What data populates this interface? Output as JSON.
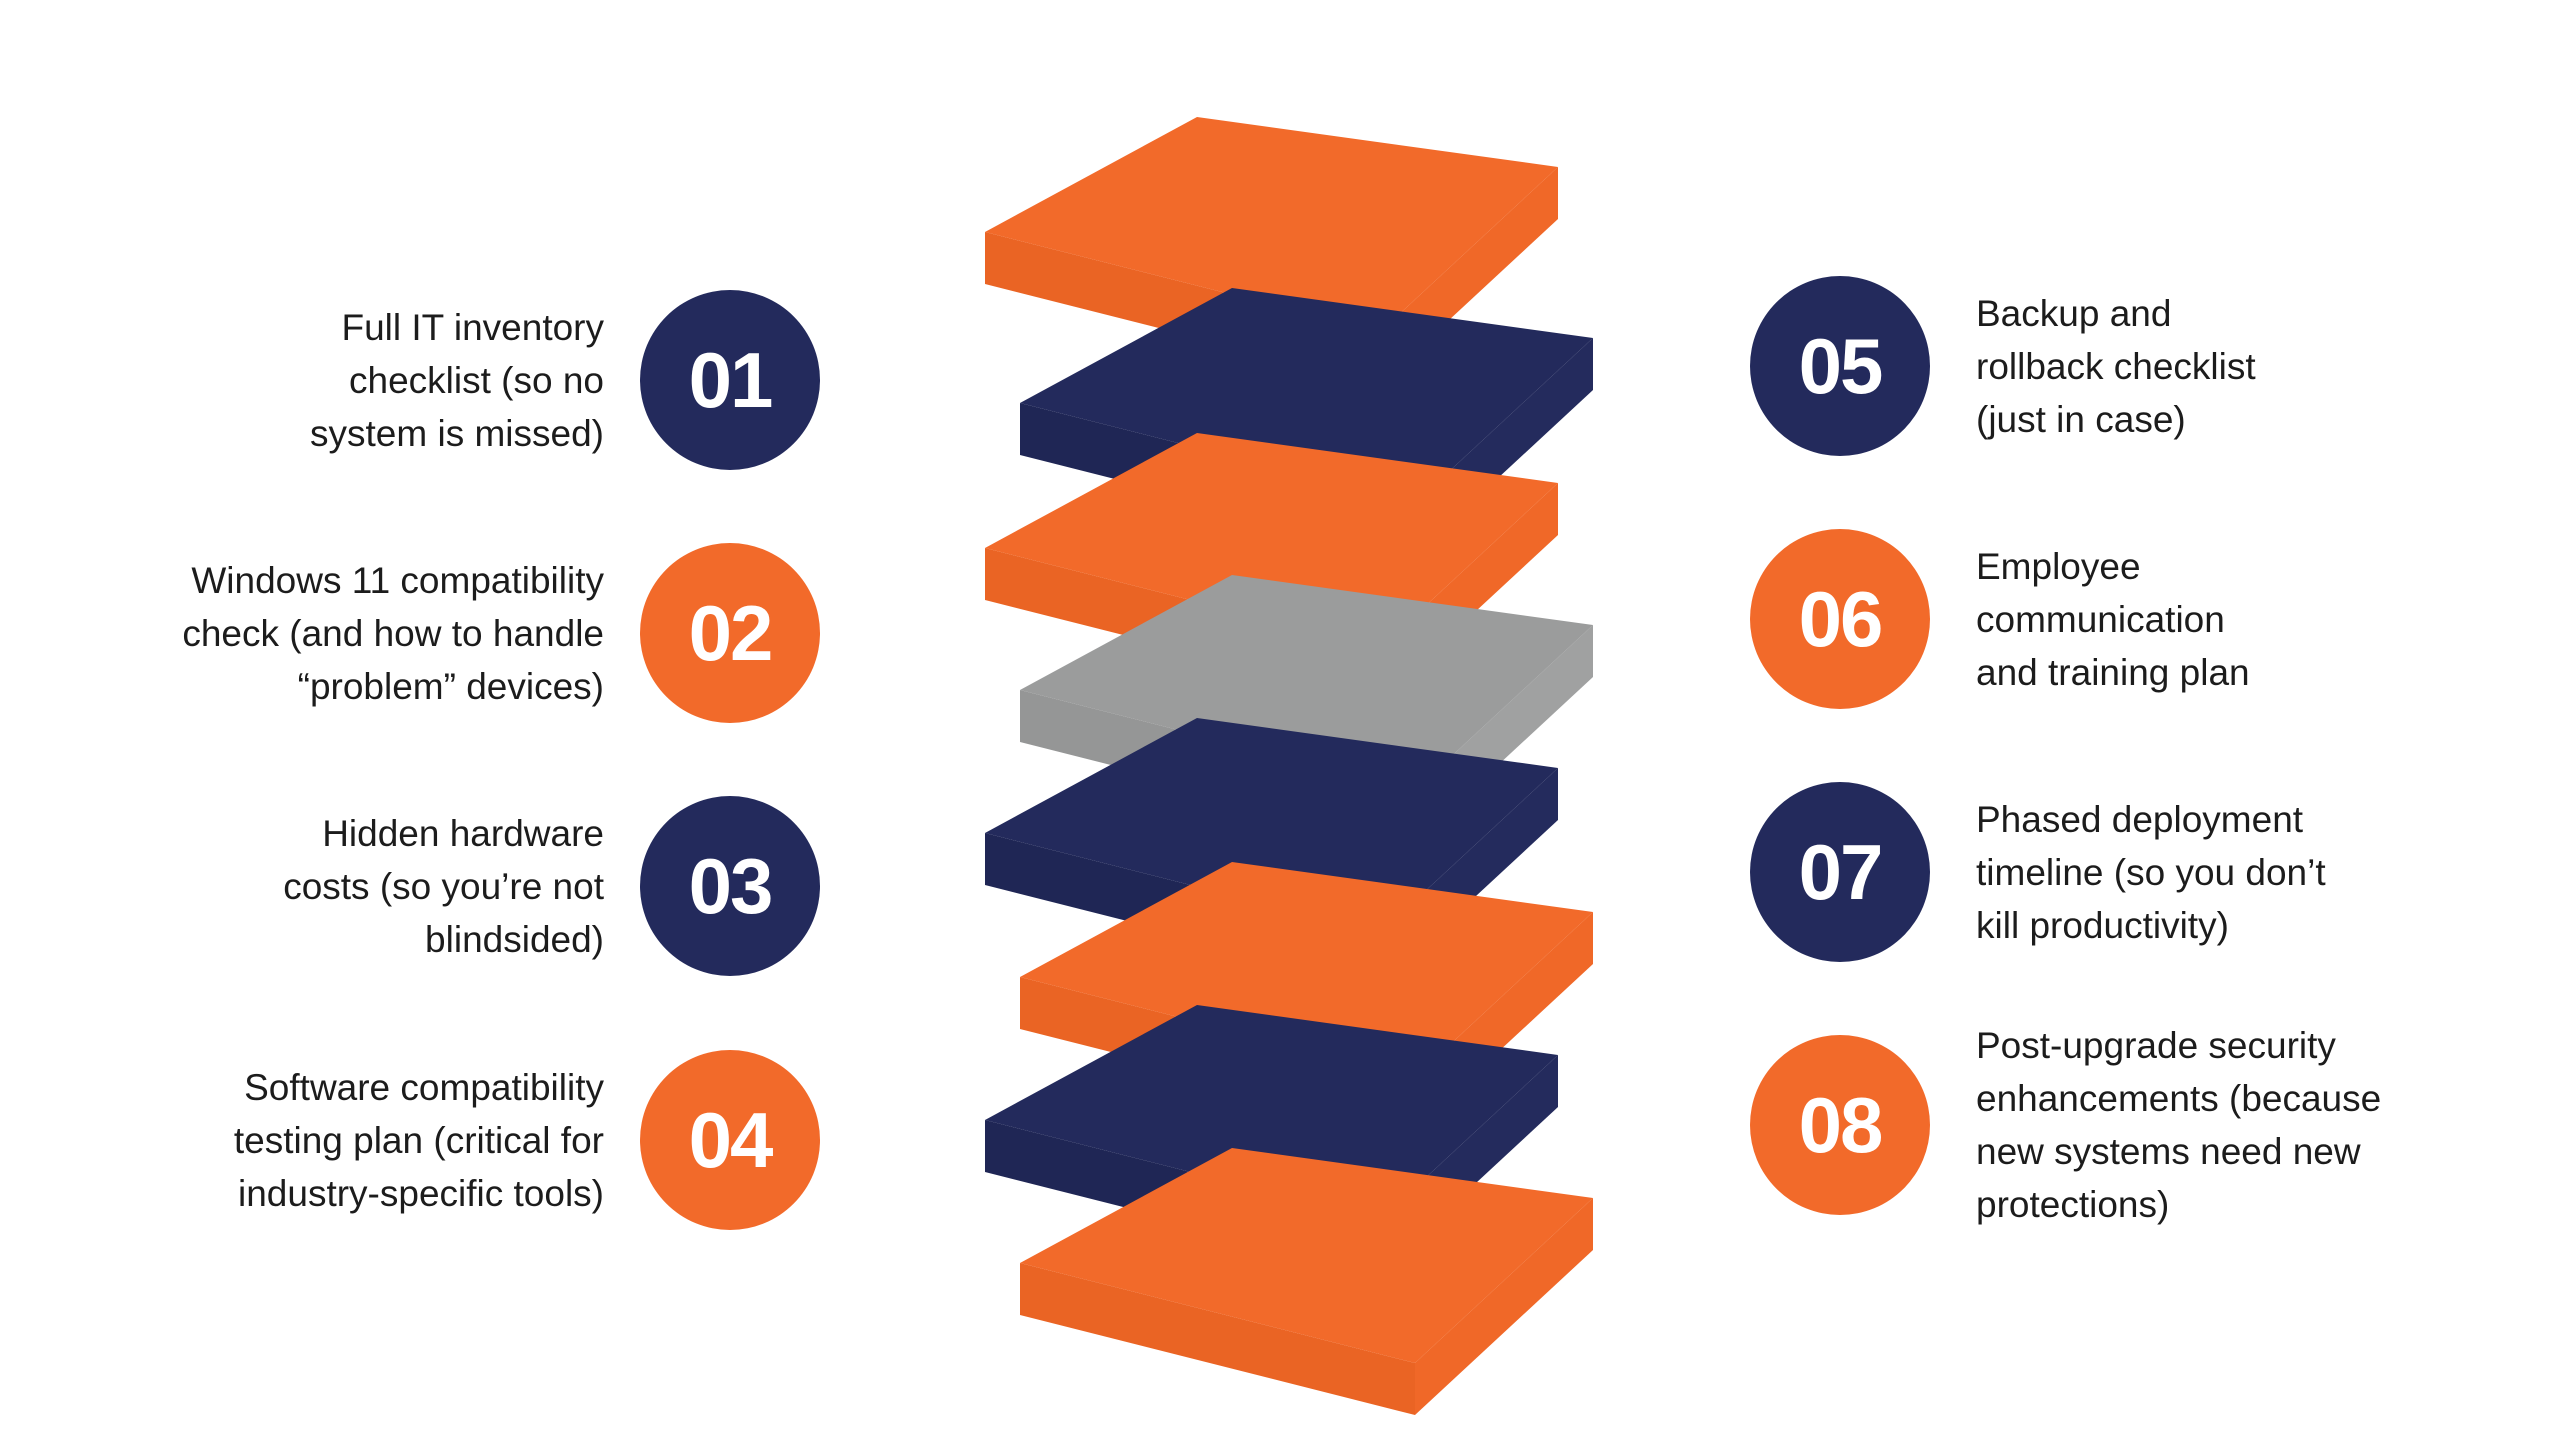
{
  "colors": {
    "navy": "#232a5c",
    "orange": "#f26a2a",
    "gray": "#9b9c9c",
    "text": "#1c1c1c"
  },
  "items": [
    {
      "number": "01",
      "label": "Full IT inventory\nchecklist (so no\nsystem is missed)",
      "color": "navy"
    },
    {
      "number": "02",
      "label": "Windows 11 compatibility\ncheck (and how to handle\n“problem” devices)",
      "color": "orange"
    },
    {
      "number": "03",
      "label": "Hidden hardware\ncosts (so you’re not\nblindsided)",
      "color": "navy"
    },
    {
      "number": "04",
      "label": "Software compatibility\ntesting plan (critical for\nindustry-specific tools)",
      "color": "orange"
    },
    {
      "number": "05",
      "label": "Backup and\nrollback checklist\n(just in case)",
      "color": "navy"
    },
    {
      "number": "06",
      "label": "Employee\ncommunication\nand training plan",
      "color": "orange"
    },
    {
      "number": "07",
      "label": "Phased deployment\ntimeline (so you don’t\nkill productivity)",
      "color": "navy"
    },
    {
      "number": "08",
      "label": "Post-upgrade security\nenhancements (because\nnew systems need new\nprotections)",
      "color": "orange"
    }
  ],
  "stack_layers": [
    "orange",
    "navy",
    "orange",
    "gray",
    "navy",
    "orange",
    "navy",
    "orange"
  ]
}
